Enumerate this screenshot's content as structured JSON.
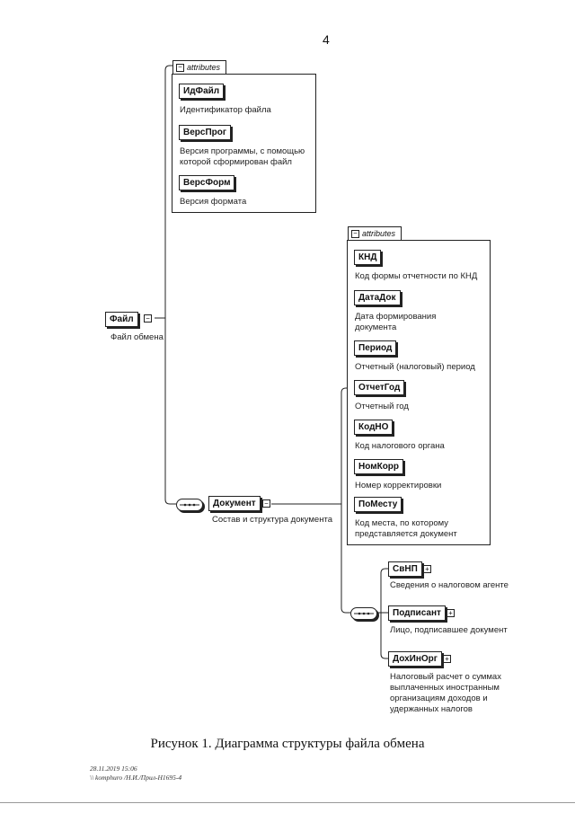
{
  "page_number": "4",
  "groups": {
    "file_attributes": {
      "label": "attributes",
      "items": [
        {
          "name": "ИдФайл",
          "desc": "Идентификатор файла"
        },
        {
          "name": "ВерсПрог",
          "desc": "Версия программы, с помощью которой сформирован файл"
        },
        {
          "name": "ВерсФорм",
          "desc": "Версия формата"
        }
      ]
    },
    "doc_attributes": {
      "label": "attributes",
      "items": [
        {
          "name": "КНД",
          "desc": "Код формы отчетности по КНД"
        },
        {
          "name": "ДатаДок",
          "desc": "Дата формирования документа"
        },
        {
          "name": "Период",
          "desc": "Отчетный (налоговый) период"
        },
        {
          "name": "ОтчетГод",
          "desc": "Отчетный год"
        },
        {
          "name": "КодНО",
          "desc": "Код налогового органа"
        },
        {
          "name": "НомКорр",
          "desc": "Номер корректировки"
        },
        {
          "name": "ПоМесту",
          "desc": "Код места, по которому представляется документ"
        }
      ]
    }
  },
  "elements": {
    "file": {
      "name": "Файл",
      "desc": "Файл обмена"
    },
    "document": {
      "name": "Документ",
      "desc": "Состав и структура документа"
    },
    "children": [
      {
        "name": "СвНП",
        "desc": "Сведения о налоговом агенте"
      },
      {
        "name": "Подписант",
        "desc": "Лицо, подписавшее документ"
      },
      {
        "name": "ДохИнОрг",
        "desc": "Налоговый расчет о суммах выплаченных иностранным организациям доходов и удержанных налогов"
      }
    ]
  },
  "caption": "Рисунок 1. Диаграмма структуры файла обмена",
  "footer": {
    "timestamp": "28.11.2019 15:06",
    "path": "\\\\ komphuro /Н.И./Прил-Н1695-4"
  }
}
